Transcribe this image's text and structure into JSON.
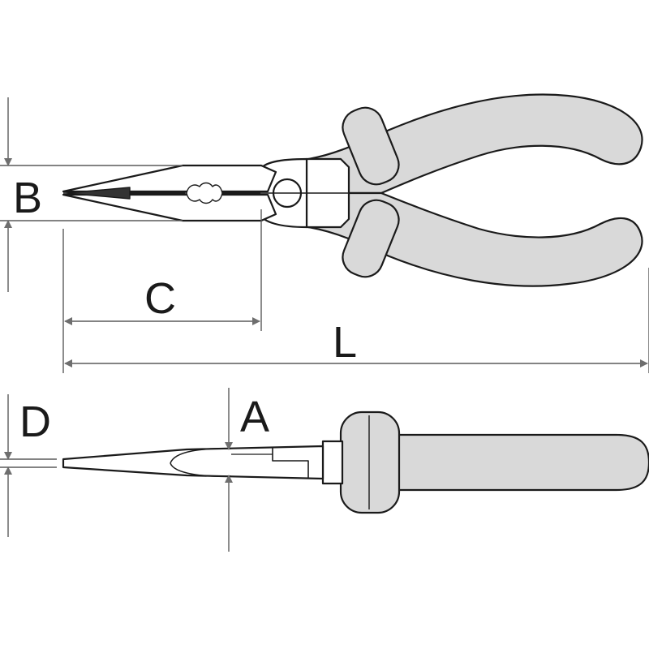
{
  "colors": {
    "outline": "#1a1a1a",
    "handle_fill": "#d9d9d9",
    "dimension_line": "#5a5a5a",
    "arrow_fill": "#6e6e6e",
    "background": "#ffffff"
  },
  "top_view": {
    "dimensions": [
      {
        "name": "jaw-width",
        "label": "B"
      },
      {
        "name": "jaw-length",
        "label": "C"
      },
      {
        "name": "overall-length",
        "label": "L"
      }
    ]
  },
  "side_view": {
    "dimensions": [
      {
        "name": "tip-thickness",
        "label": "D"
      },
      {
        "name": "jaw-thickness",
        "label": "A"
      }
    ]
  }
}
